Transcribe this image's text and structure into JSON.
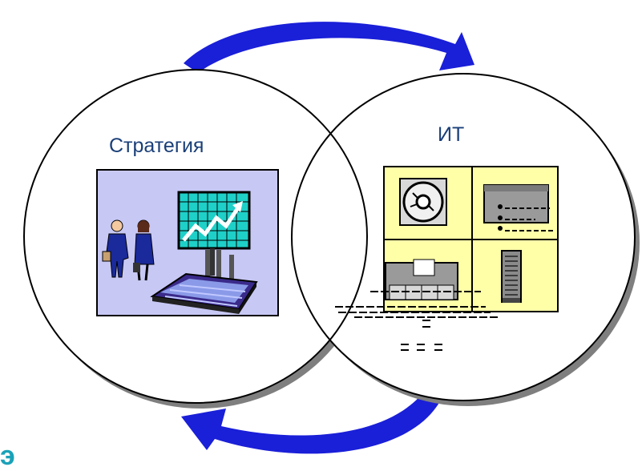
{
  "labels": {
    "strategy": "Стратегия",
    "it": "ИТ",
    "corner_glyph": "э"
  },
  "colors": {
    "arrow_blue": "#1a1fd8",
    "circle_stroke": "#000000",
    "shadow": "#7f7f7f",
    "strategy_panel": "#c8c8f5",
    "it_panel": "#ffffa8",
    "chart_screen": "#1ed0c8",
    "label_text": "#1a3f78",
    "corner_glyph": "#1aa2b8"
  },
  "icons": {
    "top_arrow": "curved-arrow-right-icon",
    "bottom_arrow": "curved-arrow-left-icon",
    "strategy_clipart": "business-people-factory-growth-chart",
    "it_tiles": [
      "optical-disc-icon",
      "document-list-icon",
      "computer-workstation-icon",
      "server-rack-icon"
    ]
  }
}
